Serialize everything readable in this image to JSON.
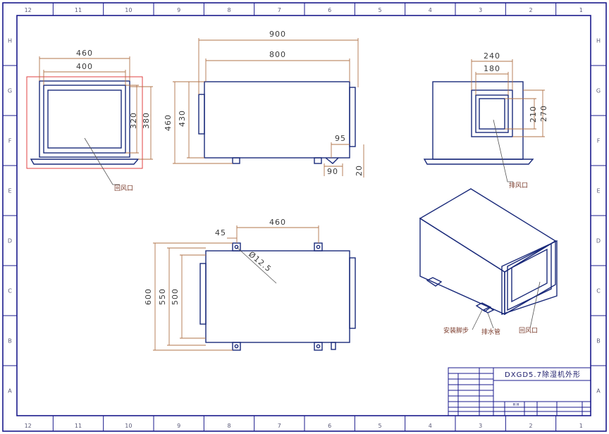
{
  "grid": {
    "columns": [
      "12",
      "11",
      "10",
      "9",
      "8",
      "7",
      "6",
      "5",
      "4",
      "3",
      "2",
      "1"
    ],
    "rows": [
      "H",
      "G",
      "F",
      "E",
      "D",
      "C",
      "B",
      "A"
    ]
  },
  "front_view": {
    "dims": {
      "outer_width": "460",
      "inner_width": "400",
      "inner_height": "320",
      "outer_height": "380"
    },
    "label": "回风口"
  },
  "side_view": {
    "dims": {
      "total_length": "900",
      "body_length": "800",
      "total_height": "460",
      "body_height": "430",
      "foot_offset": "95",
      "foot_width": "90",
      "foot_height": "20"
    }
  },
  "rear_view": {
    "dims": {
      "outer_width": "240",
      "inner_width": "180",
      "inner_height": "210",
      "outer_height": "270"
    },
    "label": "排风口"
  },
  "top_view": {
    "dims": {
      "hole_spacing": "460",
      "edge_offset": "45",
      "hole_dia": "Ø12.5",
      "width_600": "600",
      "width_550": "550",
      "width_500": "500"
    }
  },
  "iso_view": {
    "labels": {
      "mount_feet": "安装脚步",
      "drain": "排水管",
      "return_air": "回风口"
    }
  },
  "title_block": {
    "title": "DXGD5.7除湿机外形",
    "marks": "H H"
  }
}
